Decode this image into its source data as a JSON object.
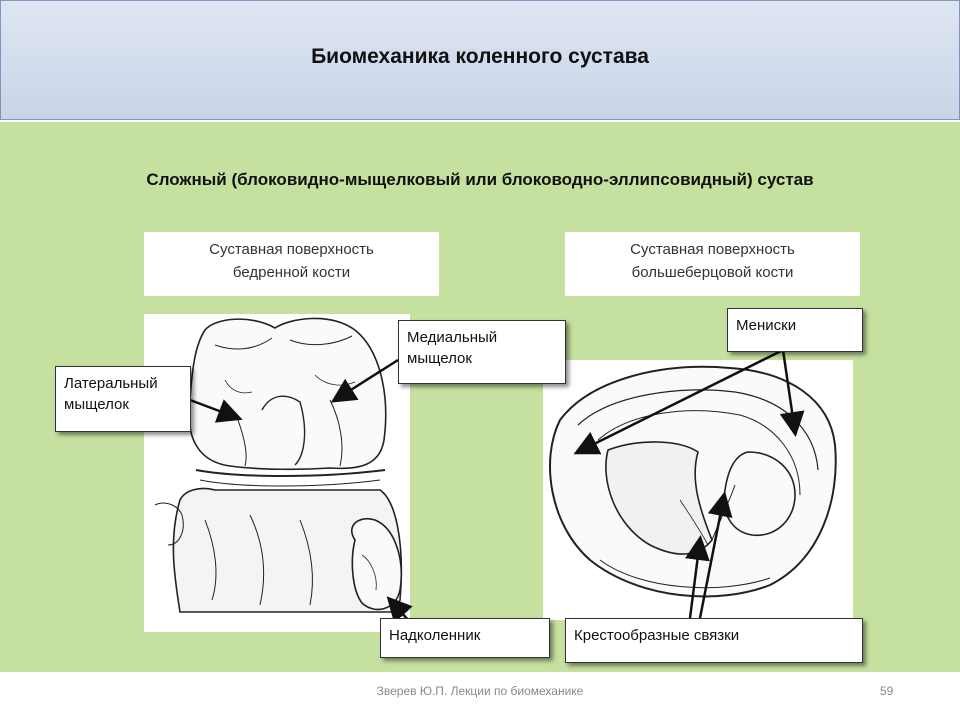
{
  "slide": {
    "title": "Биомеханика коленного сустава",
    "subtitle": "Сложный (блоковидно-мыщелковый или блоководно-эллипсовидный) сустав",
    "footer": "Зверев Ю.П. Лекции по биомеханике",
    "page_number": "59"
  },
  "femur": {
    "caption_line1": "Суставная поверхность",
    "caption_line2": "бедренной кости",
    "labels": {
      "medial_line1": "Медиальный",
      "medial_line2": "мыщелок",
      "lateral_line1": "Латеральный",
      "lateral_line2": "мыщелок",
      "patella": "Надколенник"
    }
  },
  "tibia": {
    "caption_line1": "Суставная поверхность",
    "caption_line2": "большеберцовой кости",
    "labels": {
      "menisci": "Мениски",
      "cruciate": "Крестообразные связки"
    }
  },
  "colors": {
    "header_bg": "#c9d4e8",
    "body_bg": "#c6e0a0",
    "accent_border": "#7f95bd"
  }
}
